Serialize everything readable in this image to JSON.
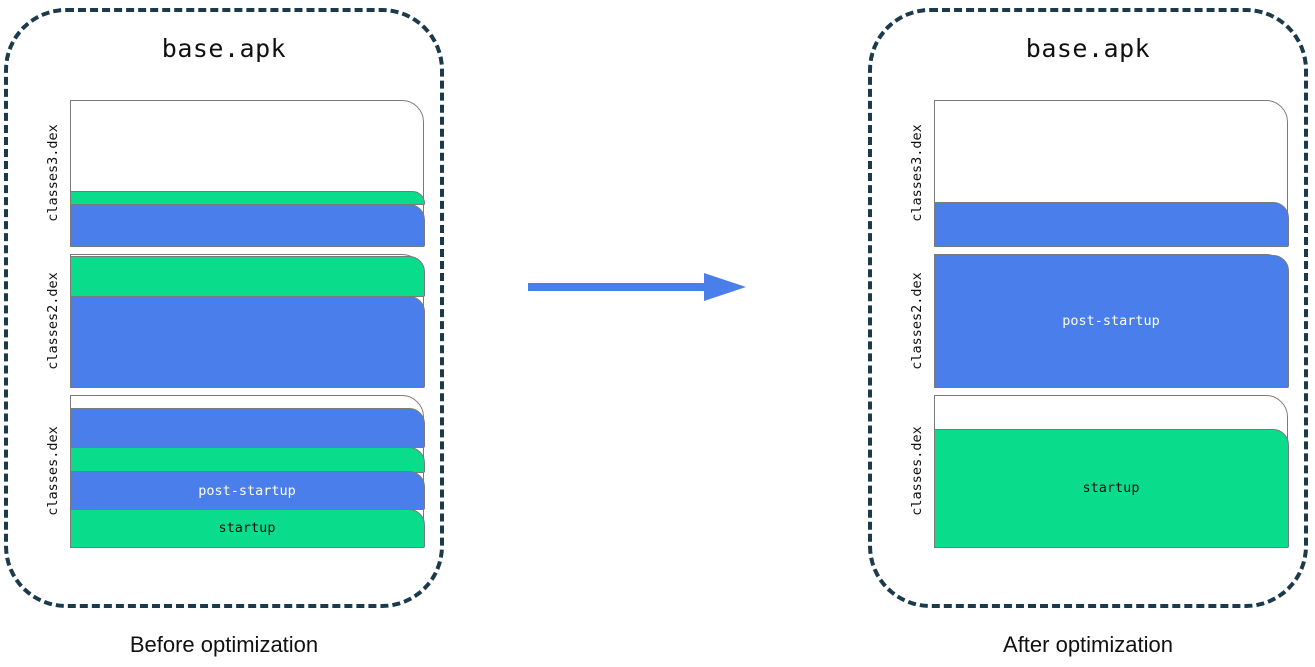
{
  "colors": {
    "panel_border": "#1b3a4b",
    "blue": "#4a7eea",
    "green": "#09dd8b",
    "box_border": "#7a7a7a",
    "arrow": "#4a7eea",
    "text": "#111111",
    "background": "#ffffff"
  },
  "arrow": {
    "icon": "right-arrow-icon",
    "direction": "right"
  },
  "panels": [
    {
      "id": "before",
      "title": "base.apk",
      "caption": "Before optimization",
      "groups": [
        {
          "label": "classes3.dex",
          "height": 146,
          "slices": [
            {
              "type": "empty",
              "height": 106,
              "text": ""
            },
            {
              "type": "green",
              "height": 14,
              "text": ""
            },
            {
              "type": "blue",
              "height": 43,
              "text": ""
            }
          ]
        },
        {
          "label": "classes2.dex",
          "height": 133,
          "slices": [
            {
              "type": "empty",
              "height": 14,
              "text": ""
            },
            {
              "type": "green",
              "height": 41,
              "text": ""
            },
            {
              "type": "blue",
              "height": 92,
              "text": ""
            }
          ]
        },
        {
          "label": "classes.dex",
          "height": 152,
          "slices": [
            {
              "type": "empty",
              "height": 14,
              "text": ""
            },
            {
              "type": "blue",
              "height": 40,
              "text": ""
            },
            {
              "type": "green",
              "height": 26,
              "text": ""
            },
            {
              "type": "blue",
              "height": 39,
              "text": "post-startup"
            },
            {
              "type": "green",
              "height": 39,
              "text": "startup"
            }
          ]
        }
      ]
    },
    {
      "id": "after",
      "title": "base.apk",
      "caption": "After optimization",
      "groups": [
        {
          "label": "classes3.dex",
          "height": 146,
          "slices": [
            {
              "type": "empty",
              "height": 111,
              "text": ""
            },
            {
              "type": "blue",
              "height": 45,
              "text": ""
            }
          ]
        },
        {
          "label": "classes2.dex",
          "height": 133,
          "slices": [
            {
              "type": "empty",
              "height": 14,
              "text": ""
            },
            {
              "type": "blue",
              "height": 133,
              "text": "post-startup"
            }
          ]
        },
        {
          "label": "classes.dex",
          "height": 152,
          "slices": [
            {
              "type": "empty",
              "height": 40,
              "text": ""
            },
            {
              "type": "green",
              "height": 119,
              "text": "startup"
            }
          ]
        }
      ]
    }
  ]
}
